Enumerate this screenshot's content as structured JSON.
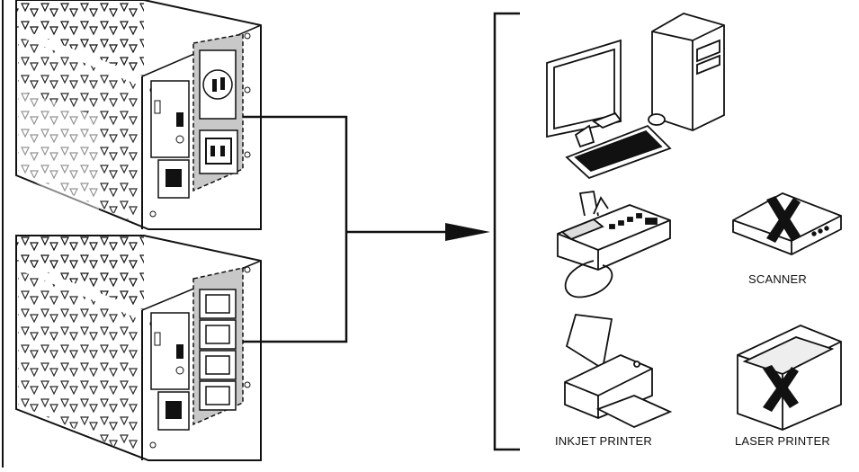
{
  "labels": {
    "scanner": "SCANNER",
    "inkjet_printer": "INKJET PRINTER",
    "laser_printer": "LASER PRINTER"
  },
  "colors": {
    "line": "#111111",
    "outlet_panel": "#c8c8c8",
    "cross": "#111111"
  },
  "icons": [
    "ups-unit-icon",
    "computer-icon",
    "fax-machine-icon",
    "scanner-icon",
    "inkjet-printer-icon",
    "laser-printer-icon",
    "cross-icon"
  ]
}
